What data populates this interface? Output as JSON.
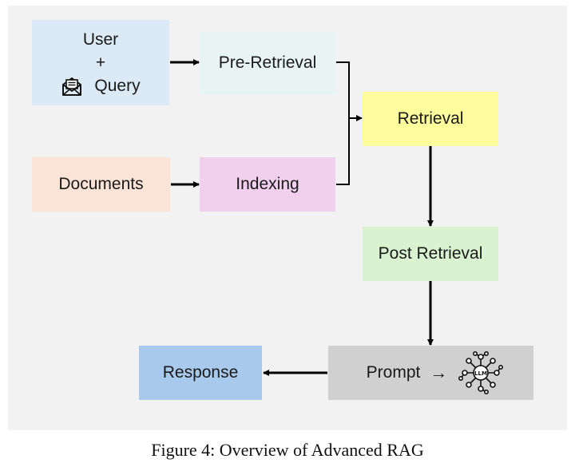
{
  "diagram": {
    "nodes": {
      "user": {
        "line1": "User",
        "line2": "+",
        "line3": "Query",
        "icon": "mail-icon"
      },
      "pre_retrieval": "Pre-Retrieval",
      "retrieval": "Retrieval",
      "documents": "Documents",
      "indexing": "Indexing",
      "post_retrieval": "Post Retrieval",
      "prompt": {
        "label": "Prompt",
        "arrow_glyph": "→",
        "icon": "llm-network-icon",
        "icon_text": "LLM"
      },
      "response": "Response"
    },
    "edges": [
      {
        "from": "User + Query",
        "to": "Pre-Retrieval"
      },
      {
        "from": "Documents",
        "to": "Indexing"
      },
      {
        "from": "Pre-Retrieval",
        "to": "Retrieval"
      },
      {
        "from": "Indexing",
        "to": "Retrieval"
      },
      {
        "from": "Retrieval",
        "to": "Post Retrieval"
      },
      {
        "from": "Post Retrieval",
        "to": "Prompt"
      },
      {
        "from": "Prompt",
        "to": "Response"
      }
    ],
    "colors": {
      "background": "#f2f2f2",
      "user": "#dce9f6",
      "pre_retrieval": "#e7f4f3",
      "retrieval": "#fdfd9e",
      "documents": "#fbe4d6",
      "indexing": "#f0d0ed",
      "post_retrieval": "#d9f2d0",
      "prompt": "#d0d0d0",
      "response": "#a9c9ec",
      "arrow": "#000000"
    }
  },
  "caption": "Figure 4: Overview of Advanced RAG"
}
